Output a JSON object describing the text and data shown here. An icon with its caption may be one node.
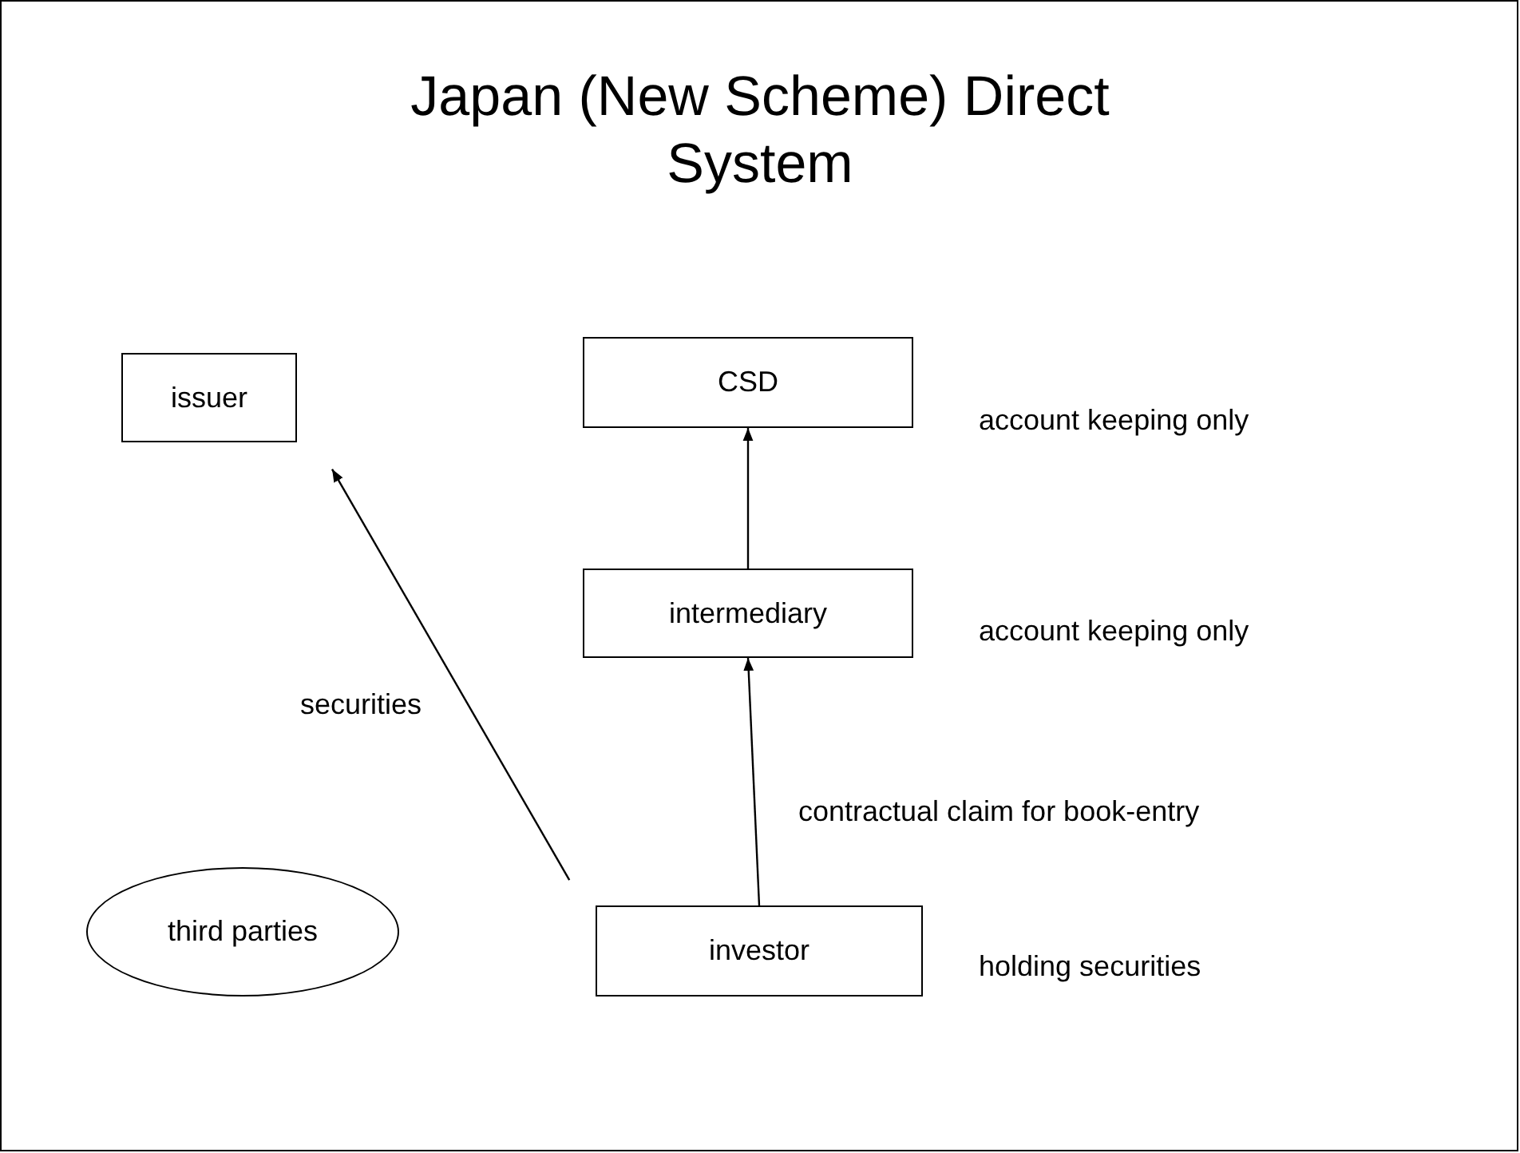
{
  "diagram": {
    "title": "Japan (New Scheme) Direct System",
    "nodes": [
      {
        "text": [
          "issuer"
        ]
      },
      {
        "text": [
          "CSD"
        ],
        "beside": [
          "account keeping only"
        ]
      },
      {
        "text": [
          "intermediary"
        ],
        "beside": [
          "account keeping only"
        ]
      },
      {
        "text": [
          "third parties"
        ]
      },
      {
        "text": [
          "investor"
        ],
        "beside": [
          "holding securities"
        ]
      }
    ],
    "edges": [
      {
        "from": 4,
        "to": 2,
        "arrow": "to",
        "label": "contractual claim for book-entry"
      },
      {
        "from": 2,
        "to": 1,
        "arrow": "to"
      },
      {
        "from": 4,
        "to": 0,
        "arrow": "to",
        "label": "securities"
      }
    ]
  }
}
